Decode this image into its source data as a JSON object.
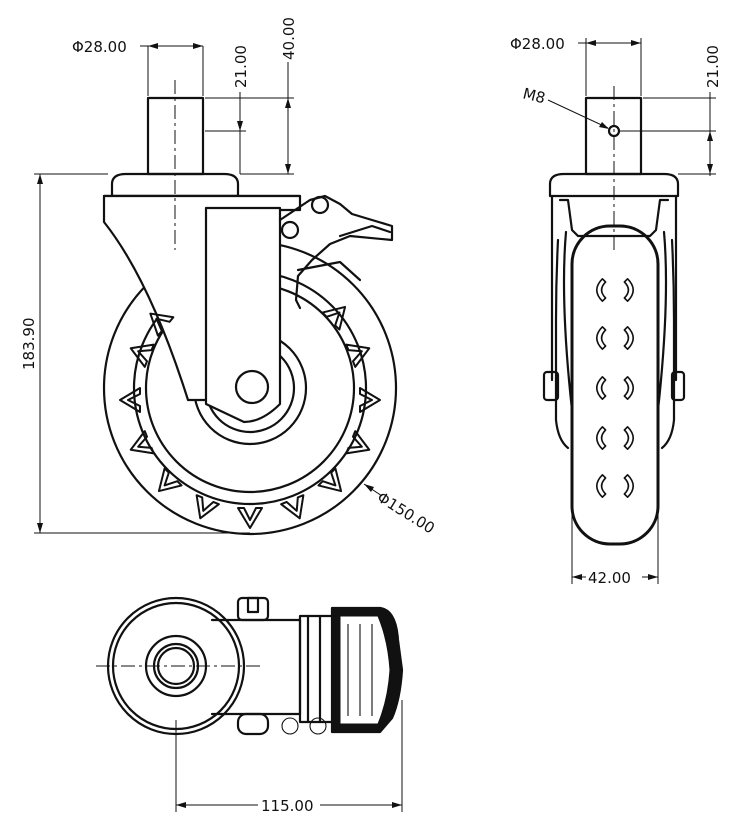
{
  "drawing": {
    "views": [
      "side-view",
      "front-view",
      "top-view"
    ]
  },
  "dimensions": {
    "side_stem_diameter": "Φ28.00",
    "side_stem_height": "21.00",
    "side_stem_total": "40.00",
    "side_overall_height": "183.90",
    "wheel_diameter": "Φ150.00",
    "front_stem_diameter": "Φ28.00",
    "front_thread": "M8",
    "front_hole_height": "21.00",
    "wheel_width": "42.00",
    "plan_length": "115.00"
  }
}
